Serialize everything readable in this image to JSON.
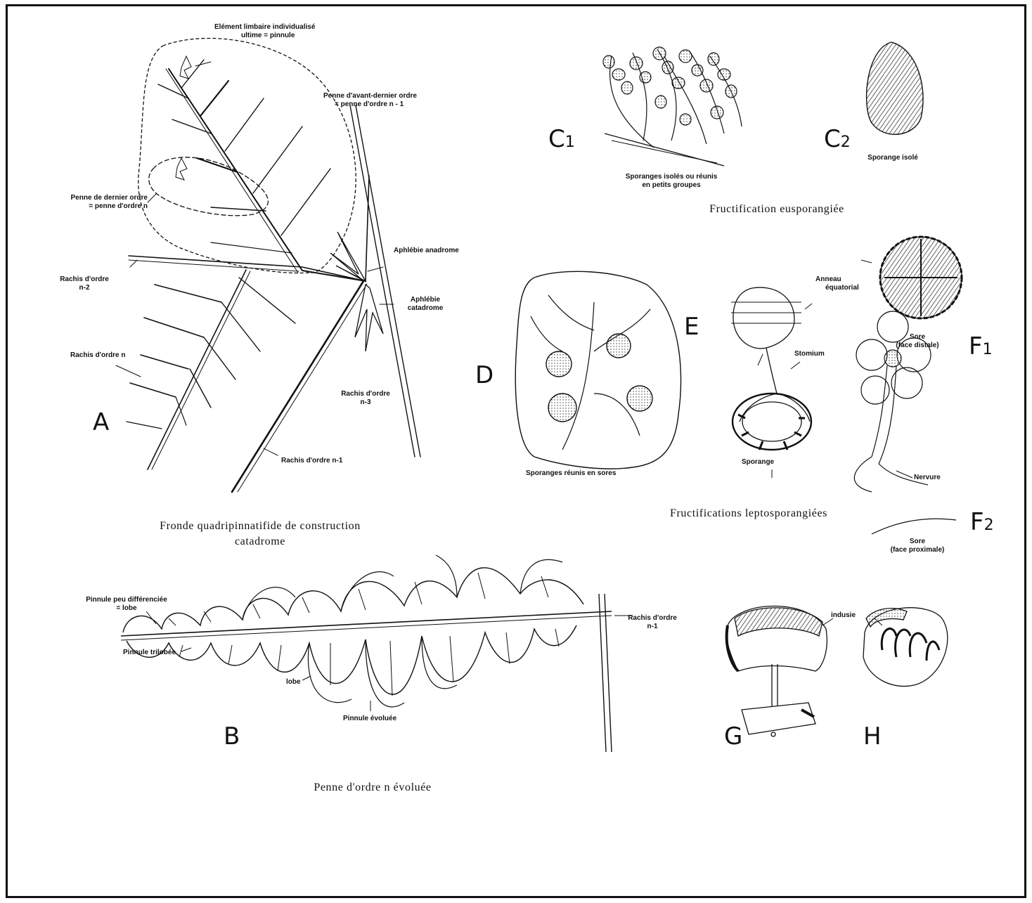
{
  "panelA": {
    "letter": "A",
    "labels": {
      "element_line1": "Elément limbaire individualisé",
      "element_line2": "ultime = pinnule",
      "penne_avant_line1": "Penne d'avant-dernier ordre",
      "penne_avant_line2": "= penne d'ordre n - 1",
      "penne_dernier_line1": "Penne de dernier ordre",
      "penne_dernier_line2": "= penne d'ordre n",
      "rachis_n2_line1": "Rachis d'ordre",
      "rachis_n2_line2": "n-2",
      "rachis_n": "Rachis d'ordre n",
      "aphlebie_anadrome": "Aphlébie anadrome",
      "aphlebie_catadrome_line1": "Aphlébie",
      "aphlebie_catadrome_line2": "catadrome",
      "rachis_n3_line1": "Rachis d'ordre",
      "rachis_n3_line2": "n-3",
      "rachis_n1": "Rachis d'ordre n-1"
    },
    "caption_line1": "Fronde quadripinnatifide de construction",
    "caption_line2": "catadrome"
  },
  "panelB": {
    "letter": "B",
    "labels": {
      "pinnule_peu_line1": "Pinnule peu différenciée",
      "pinnule_peu_line2": "= lobe",
      "pinnule_trilobee": "Pinnule trilobée",
      "lobe": "lobe",
      "pinnule_evoluee": "Pinnule évoluée",
      "rachis_line1": "Rachis d'ordre",
      "rachis_line2": "n-1"
    },
    "caption": "Penne d'ordre n évoluée"
  },
  "panelC": {
    "letter1": "C",
    "sub1": "1",
    "letter2": "C",
    "sub2": "2",
    "c1_label_line1": "Sporanges isolés ou réunis",
    "c1_label_line2": "en petits groupes",
    "c2_label": "Sporange isolé",
    "caption": "Fructification eusporangiée"
  },
  "panelD": {
    "letter": "D",
    "label": "Sporanges réunis en sores"
  },
  "panelE": {
    "letter": "E",
    "anneau_line1": "Anneau",
    "anneau_line2": "équatorial",
    "stomium": "Stomium",
    "sporange": "Sporange"
  },
  "panelF": {
    "letter1": "F",
    "sub1": "1",
    "letter2": "F",
    "sub2": "2",
    "sore1_line1": "Sore",
    "sore1_line2": "(face distale)",
    "nervure": "Nervure",
    "sore2_line1": "Sore",
    "sore2_line2": "(face proximale)"
  },
  "lepto_caption": "Fructifications leptosporangiées",
  "panelG": {
    "letter": "G",
    "indusie": "indusie"
  },
  "panelH": {
    "letter": "H"
  }
}
